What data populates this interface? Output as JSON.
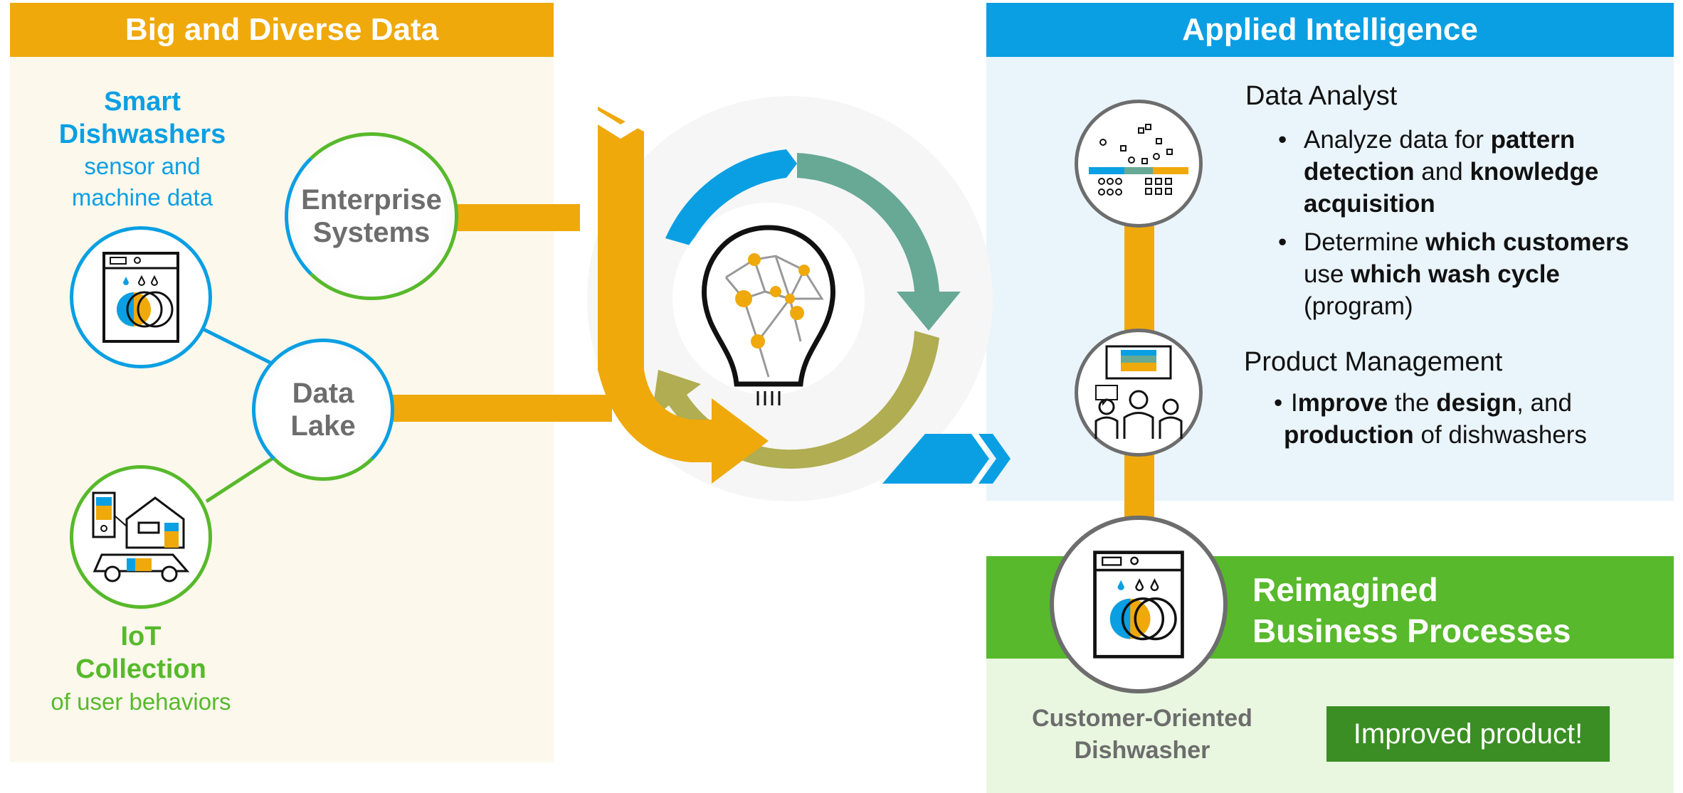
{
  "left_panel": {
    "title": "Big and Diverse Data",
    "smart_title_1": "Smart",
    "smart_title_2": "Dishwashers",
    "smart_sub_1": "sensor and",
    "smart_sub_2": "machine data",
    "enterprise_1": "Enterprise",
    "enterprise_2": "Systems",
    "datalake_1": "Data",
    "datalake_2": "Lake",
    "iot_title_1": "IoT",
    "iot_title_2": "Collection",
    "iot_sub": "of user behaviors"
  },
  "right_panel": {
    "title": "Applied Intelligence",
    "analyst": {
      "heading": "Data Analyst",
      "b1_t1": "Analyze data for ",
      "b1_b1": "pattern",
      "b1_b2": "detection",
      "b1_t2": " and ",
      "b1_b3": "knowledge",
      "b1_b4": "acquisition",
      "b2_t1": "Determine ",
      "b2_b1": "which customers",
      "b2_t2": "use ",
      "b2_b2": "which wash cycle",
      "b2_t3": "(program)"
    },
    "product": {
      "heading": "Product Management",
      "b1_t1": "I",
      "b1_b1": "mprove",
      "b1_t2": " the ",
      "b1_b2": "design",
      "b1_t3": ", and",
      "b1_b3": "production",
      "b1_t4": " of dishwashers"
    }
  },
  "bottom_panel": {
    "title_1": "Reimagined",
    "title_2": "Business Processes",
    "customer_1": "Customer-Oriented",
    "customer_2": "Dishwasher",
    "improved": "Improved product!"
  },
  "colors": {
    "orange": "#efa90b",
    "blue": "#0a9fe3",
    "teal": "#67a994",
    "olive": "#b0ad52",
    "green": "#57b92b",
    "dark_green": "#3a8e23",
    "grey_text": "#6d6d6d"
  }
}
